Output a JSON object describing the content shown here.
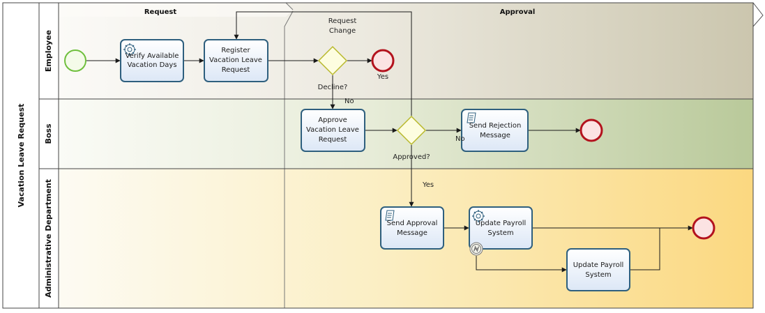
{
  "pool": {
    "title": "Vacation Leave Request"
  },
  "lanes": {
    "employee": "Employee",
    "boss": "Boss",
    "admin": "Administrative Department"
  },
  "phases": {
    "request": "Request",
    "approval": "Approval"
  },
  "tasks": {
    "verify": [
      "Verify Available",
      "Vacation Days"
    ],
    "register": [
      "Register",
      "Vacation Leave",
      "Request"
    ],
    "approve": [
      "Approve",
      "Vacation Leave",
      "Request"
    ],
    "send_rejection": [
      "Send Rejection",
      "Message"
    ],
    "send_approval": [
      "Send Approval",
      "Message"
    ],
    "update_payroll_1": [
      "Update Payroll",
      "System"
    ],
    "update_payroll_2": [
      "Update Payroll",
      "System"
    ]
  },
  "gateways": {
    "decline": "Decline?",
    "approved": "Approved?"
  },
  "flow_labels": {
    "request_change": [
      "Request",
      "Change"
    ],
    "decline_yes": "Yes",
    "decline_no": "No",
    "approved_no": "No",
    "approved_yes": "Yes"
  },
  "icons": {
    "service_task": "gear-icon",
    "script_task": "script-icon",
    "boundary_event": "error-event-icon"
  },
  "colors": {
    "task_border": "#2e5f7e",
    "task_fill": "#e8f0fb",
    "start_event": "#6fbf3d",
    "end_event": "#b3121d",
    "gateway": "#c5c53a"
  }
}
